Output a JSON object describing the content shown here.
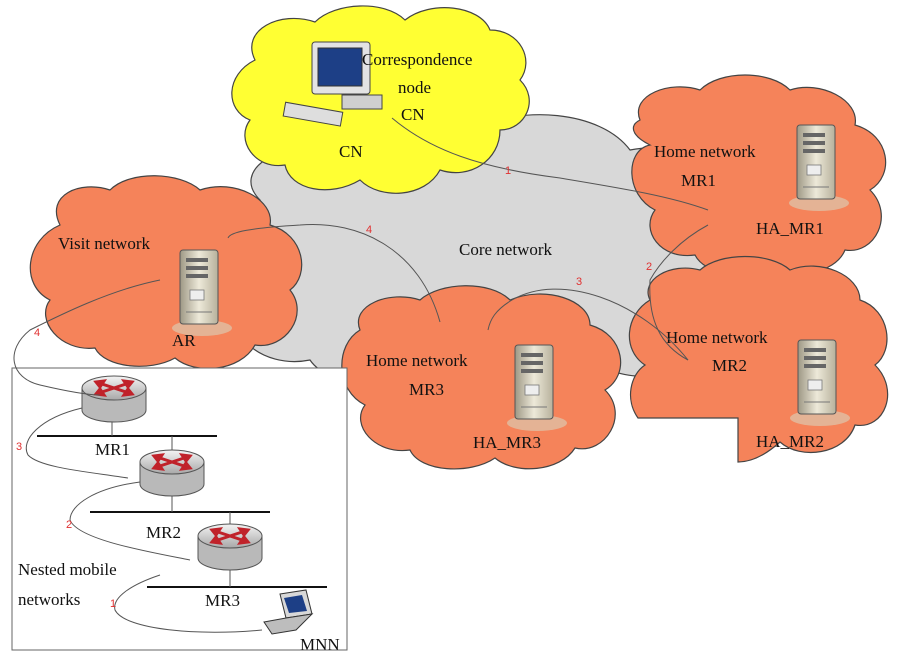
{
  "clouds": {
    "core": {
      "label": "Core network",
      "color": "#d8d8d8"
    },
    "correspondent": {
      "label_line1": "Correspondence",
      "label_line2": "node",
      "label_line3": "CN",
      "device_label": "CN",
      "color": "#ffff33"
    },
    "home_mr1": {
      "label_line1": "Home network",
      "label_line2": "MR1",
      "device_label": "HA_MR1",
      "color": "#f5835a"
    },
    "home_mr2": {
      "label_line1": "Home network",
      "label_line2": "MR2",
      "device_label": "HA_MR2",
      "color": "#f5835a"
    },
    "home_mr3": {
      "label_line1": "Home network",
      "label_line2": "MR3",
      "device_label": "HA_MR3",
      "color": "#f5835a"
    },
    "visit": {
      "label": "Visit network",
      "device_label": "AR",
      "color": "#f5835a"
    }
  },
  "nested": {
    "label_line1": "Nested mobile",
    "label_line2": "networks",
    "routers": [
      "MR1",
      "MR2",
      "MR3"
    ],
    "laptop_label": "MNN"
  },
  "path_numbers": {
    "cn_to_ha1": "1",
    "ha1_to_ha2": "2",
    "ha2_to_ha3": "3",
    "ha3_to_ar": "4",
    "ar_to_mr1": "4",
    "mr1_to_mr2": "3",
    "mr2_to_mr3": "2",
    "mr3_to_mnn": "1"
  }
}
